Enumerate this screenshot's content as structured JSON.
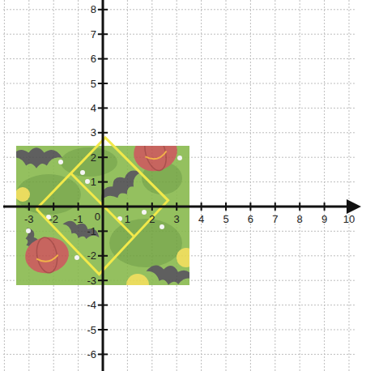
{
  "diagram": {
    "labels": [
      "-3",
      "-2",
      "-1",
      "0",
      "1",
      "2",
      "3",
      "4",
      "5",
      "6",
      "7",
      "8",
      "9",
      "10",
      "8",
      "7",
      "6",
      "5",
      "4",
      "3",
      "2",
      "1",
      "-1",
      "-2",
      "-3",
      "-4",
      "-5",
      "-6"
    ]
  }
}
